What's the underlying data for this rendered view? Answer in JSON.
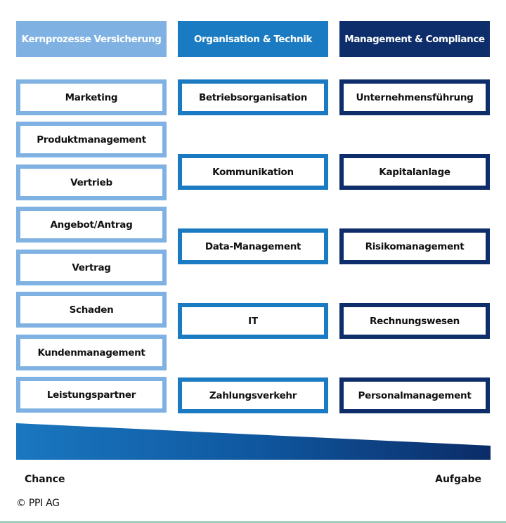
{
  "colors": {
    "light_blue": "#7fb2e2",
    "mid_blue": "#1a7bc2",
    "dark_blue": "#0d2e6a",
    "wedge_start": "#1a77c0",
    "wedge_end": "#0c2c68"
  },
  "columns": [
    {
      "header": "Kernprozesse Versicherung",
      "items": [
        "Marketing",
        "Produktmanagement",
        "Vertrieb",
        "Angebot/Antrag",
        "Vertrag",
        "Schaden",
        "Kundenmanagement",
        "Leistungspartner"
      ]
    },
    {
      "header": "Organisation & Technik",
      "items": [
        "Betriebsorganisation",
        "Kommunikation",
        "Data-Management",
        "IT",
        "Zahlungsverkehr"
      ]
    },
    {
      "header": "Management & Compliance",
      "items": [
        "Unternehmensführung",
        "Kapitalanlage",
        "Risikomanagement",
        "Rechnungswesen",
        "Personalmanagement"
      ]
    }
  ],
  "scale": {
    "left_label": "Chance",
    "right_label": "Aufgabe"
  },
  "footer": {
    "copyright": "© PPI AG"
  }
}
